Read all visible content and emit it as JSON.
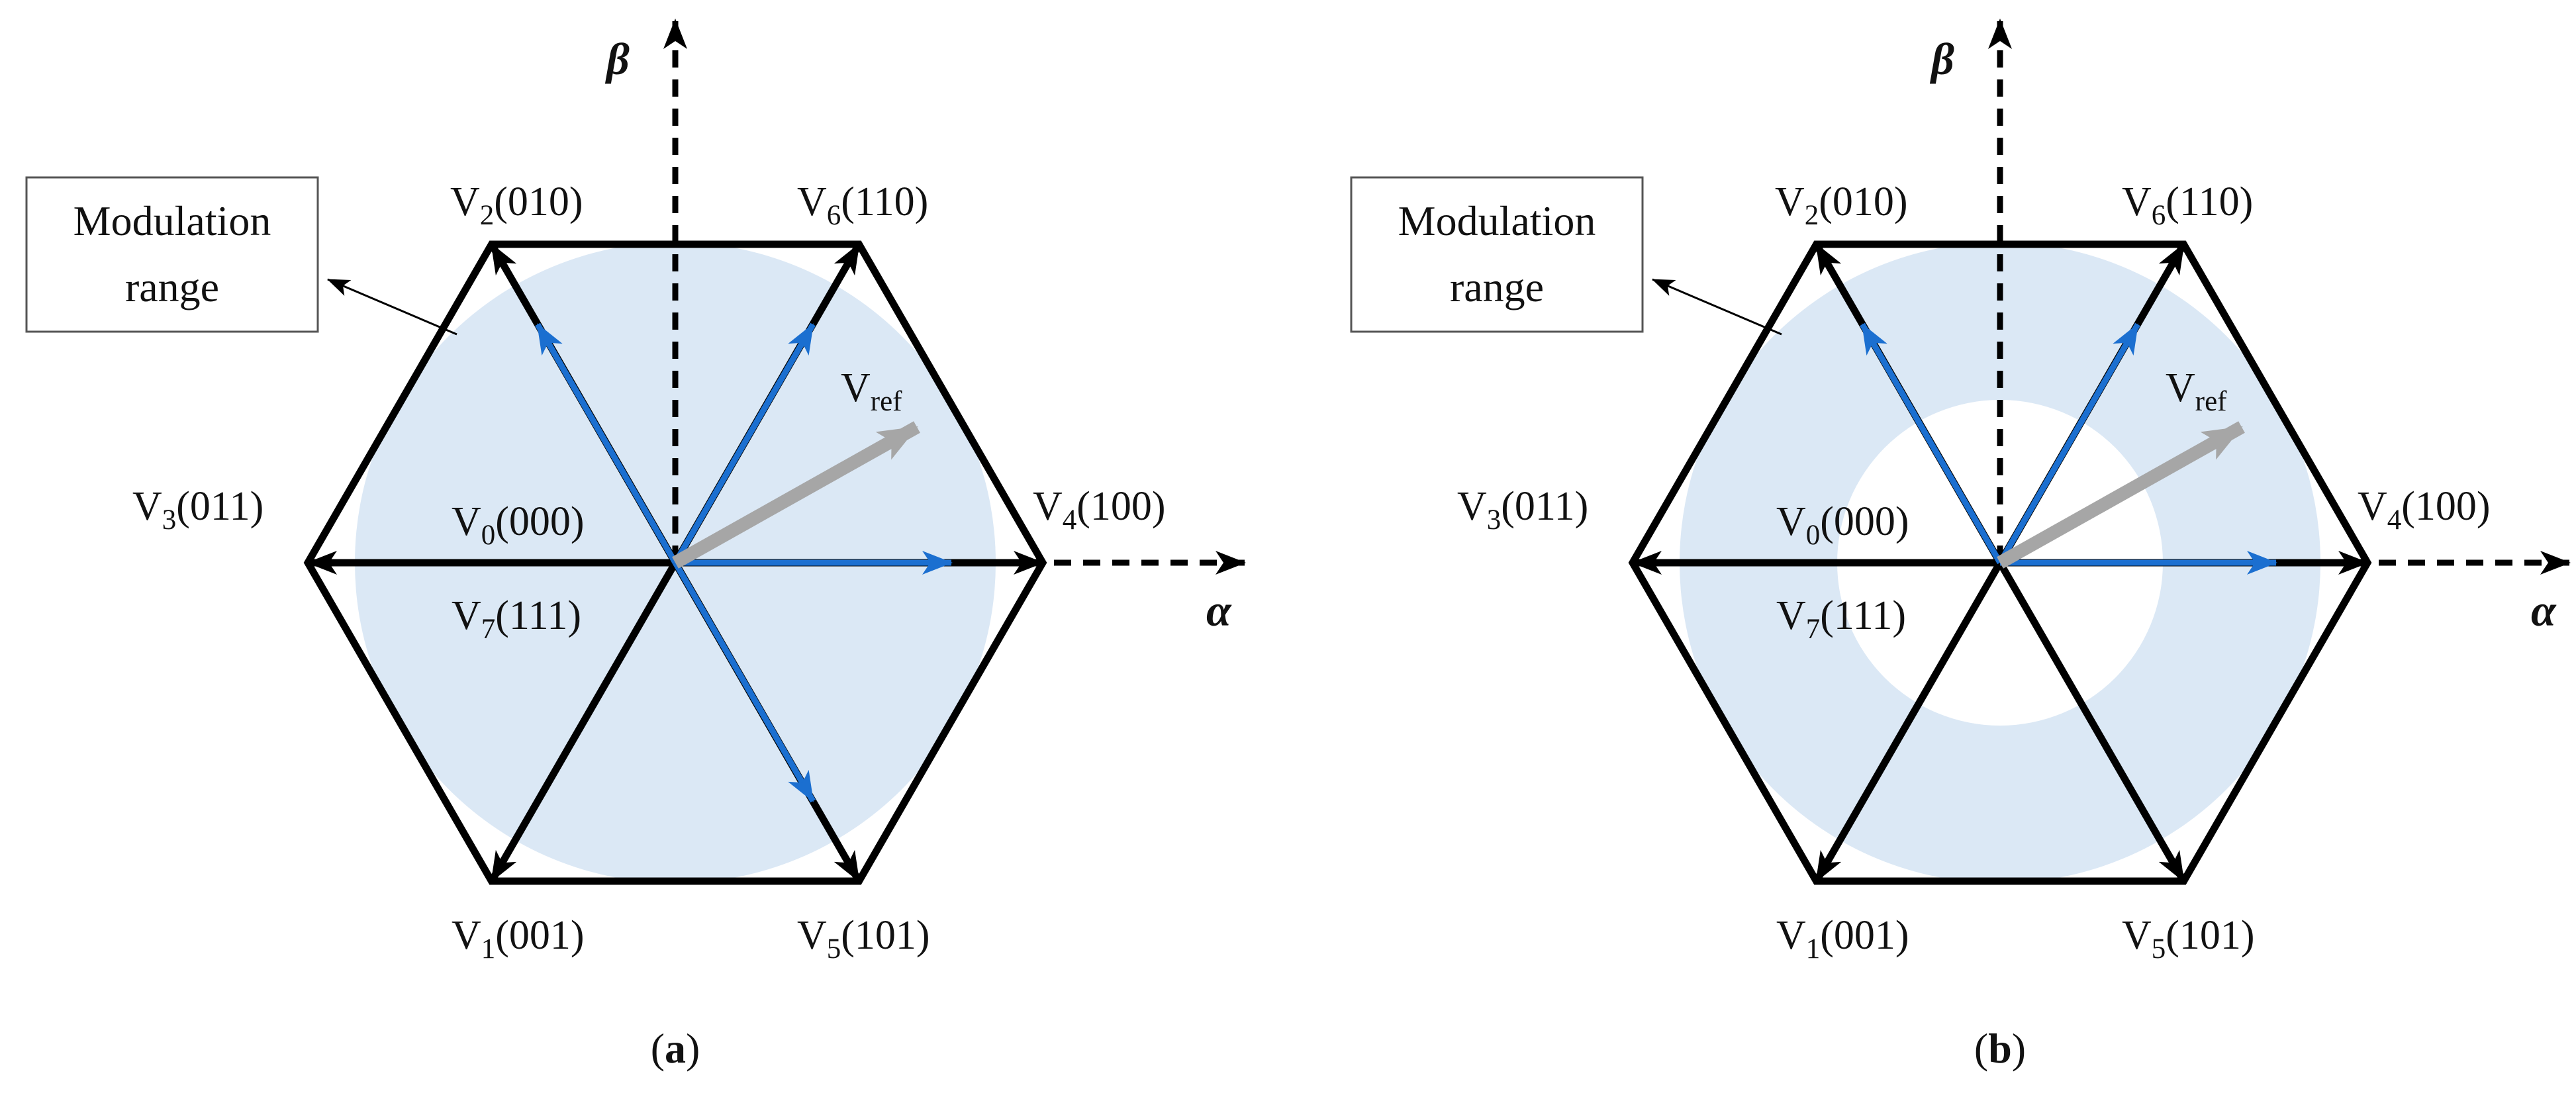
{
  "colors": {
    "hexagon": "#000000",
    "region_fill": "#dbe8f5",
    "active_vector": "#1b6fd0",
    "reference_vector": "#a6a6a6"
  },
  "axes": {
    "alpha": "α",
    "beta": "β"
  },
  "vectors": {
    "v0": {
      "main": "V",
      "sub": "0",
      "code": "(000)"
    },
    "v1": {
      "main": "V",
      "sub": "1",
      "code": "(001)"
    },
    "v2": {
      "main": "V",
      "sub": "2",
      "code": "(010)"
    },
    "v3": {
      "main": "V",
      "sub": "3",
      "code": "(011)"
    },
    "v4": {
      "main": "V",
      "sub": "4",
      "code": "(100)"
    },
    "v5": {
      "main": "V",
      "sub": "5",
      "code": "(101)"
    },
    "v6": {
      "main": "V",
      "sub": "6",
      "code": "(110)"
    },
    "v7": {
      "main": "V",
      "sub": "7",
      "code": "(111)"
    },
    "vref": {
      "main": "V",
      "sub": "ref"
    }
  },
  "annotation": {
    "line1": "Modulation",
    "line2": "range"
  },
  "panels": [
    {
      "caption_open": "(",
      "caption_letter": "a",
      "caption_close": ")",
      "region": "disk"
    },
    {
      "caption_open": "(",
      "caption_letter": "b",
      "caption_close": ")",
      "region": "annulus"
    }
  ]
}
